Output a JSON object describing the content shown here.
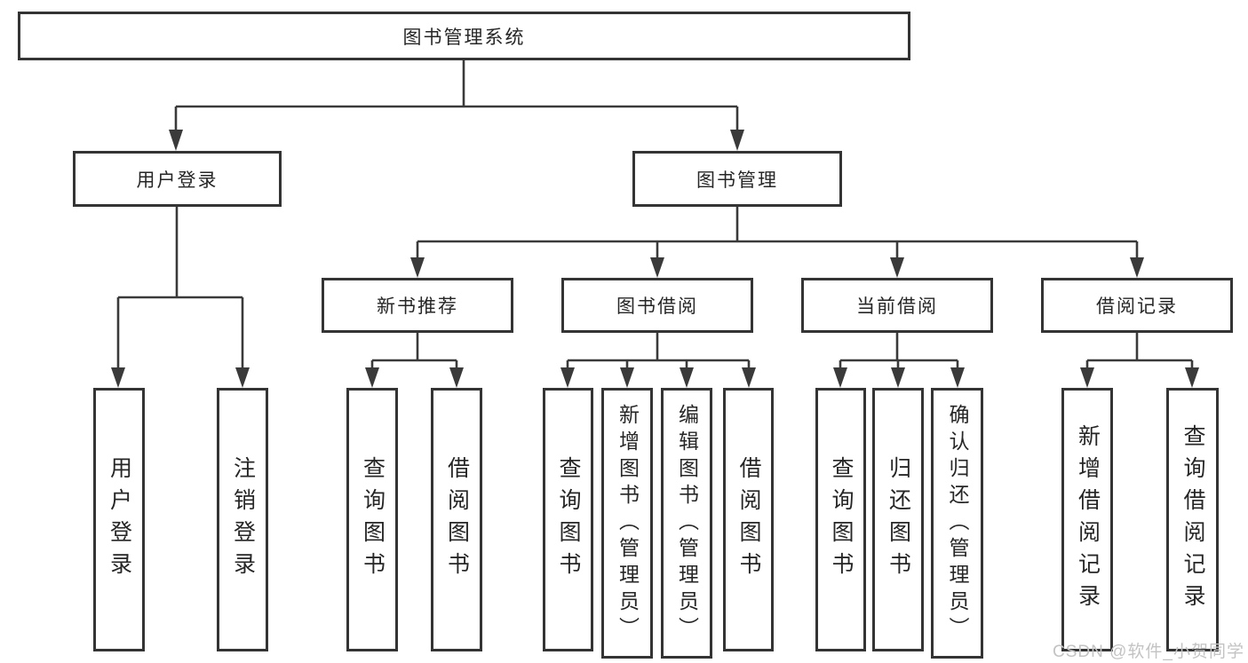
{
  "diagram_title": "图书管理系统",
  "nodes": {
    "root": "图书管理系统",
    "user_login": "用户登录",
    "book_management": "图书管理",
    "new_book_recommend": "新书推荐",
    "book_borrow": "图书借阅",
    "current_borrow": "当前借阅",
    "borrow_records": "借阅记录",
    "leaf_user_login": "用户登录",
    "leaf_logout": "注销登录",
    "recommend_query_books": "查询图书",
    "recommend_borrow_books": "借阅图书",
    "borrow_query_books": "查询图书",
    "borrow_add_books_admin": "新增图书（管理员）",
    "borrow_edit_books_admin": "编辑图书（管理员）",
    "borrow_borrow_books": "借阅图书",
    "current_query_books": "查询图书",
    "current_return_books": "归还图书",
    "current_confirm_return_admin": "确认归还（管理员）",
    "records_add_record": "新增借阅记录",
    "records_query_record": "查询借阅记录"
  },
  "watermark": "CSDN @软件_小贺同学",
  "colors": {
    "connector_line": "#3a3a3a",
    "box_border": "#343434",
    "text": "#262626",
    "watermark": "#c3c3c3",
    "background": "#ffffff"
  }
}
